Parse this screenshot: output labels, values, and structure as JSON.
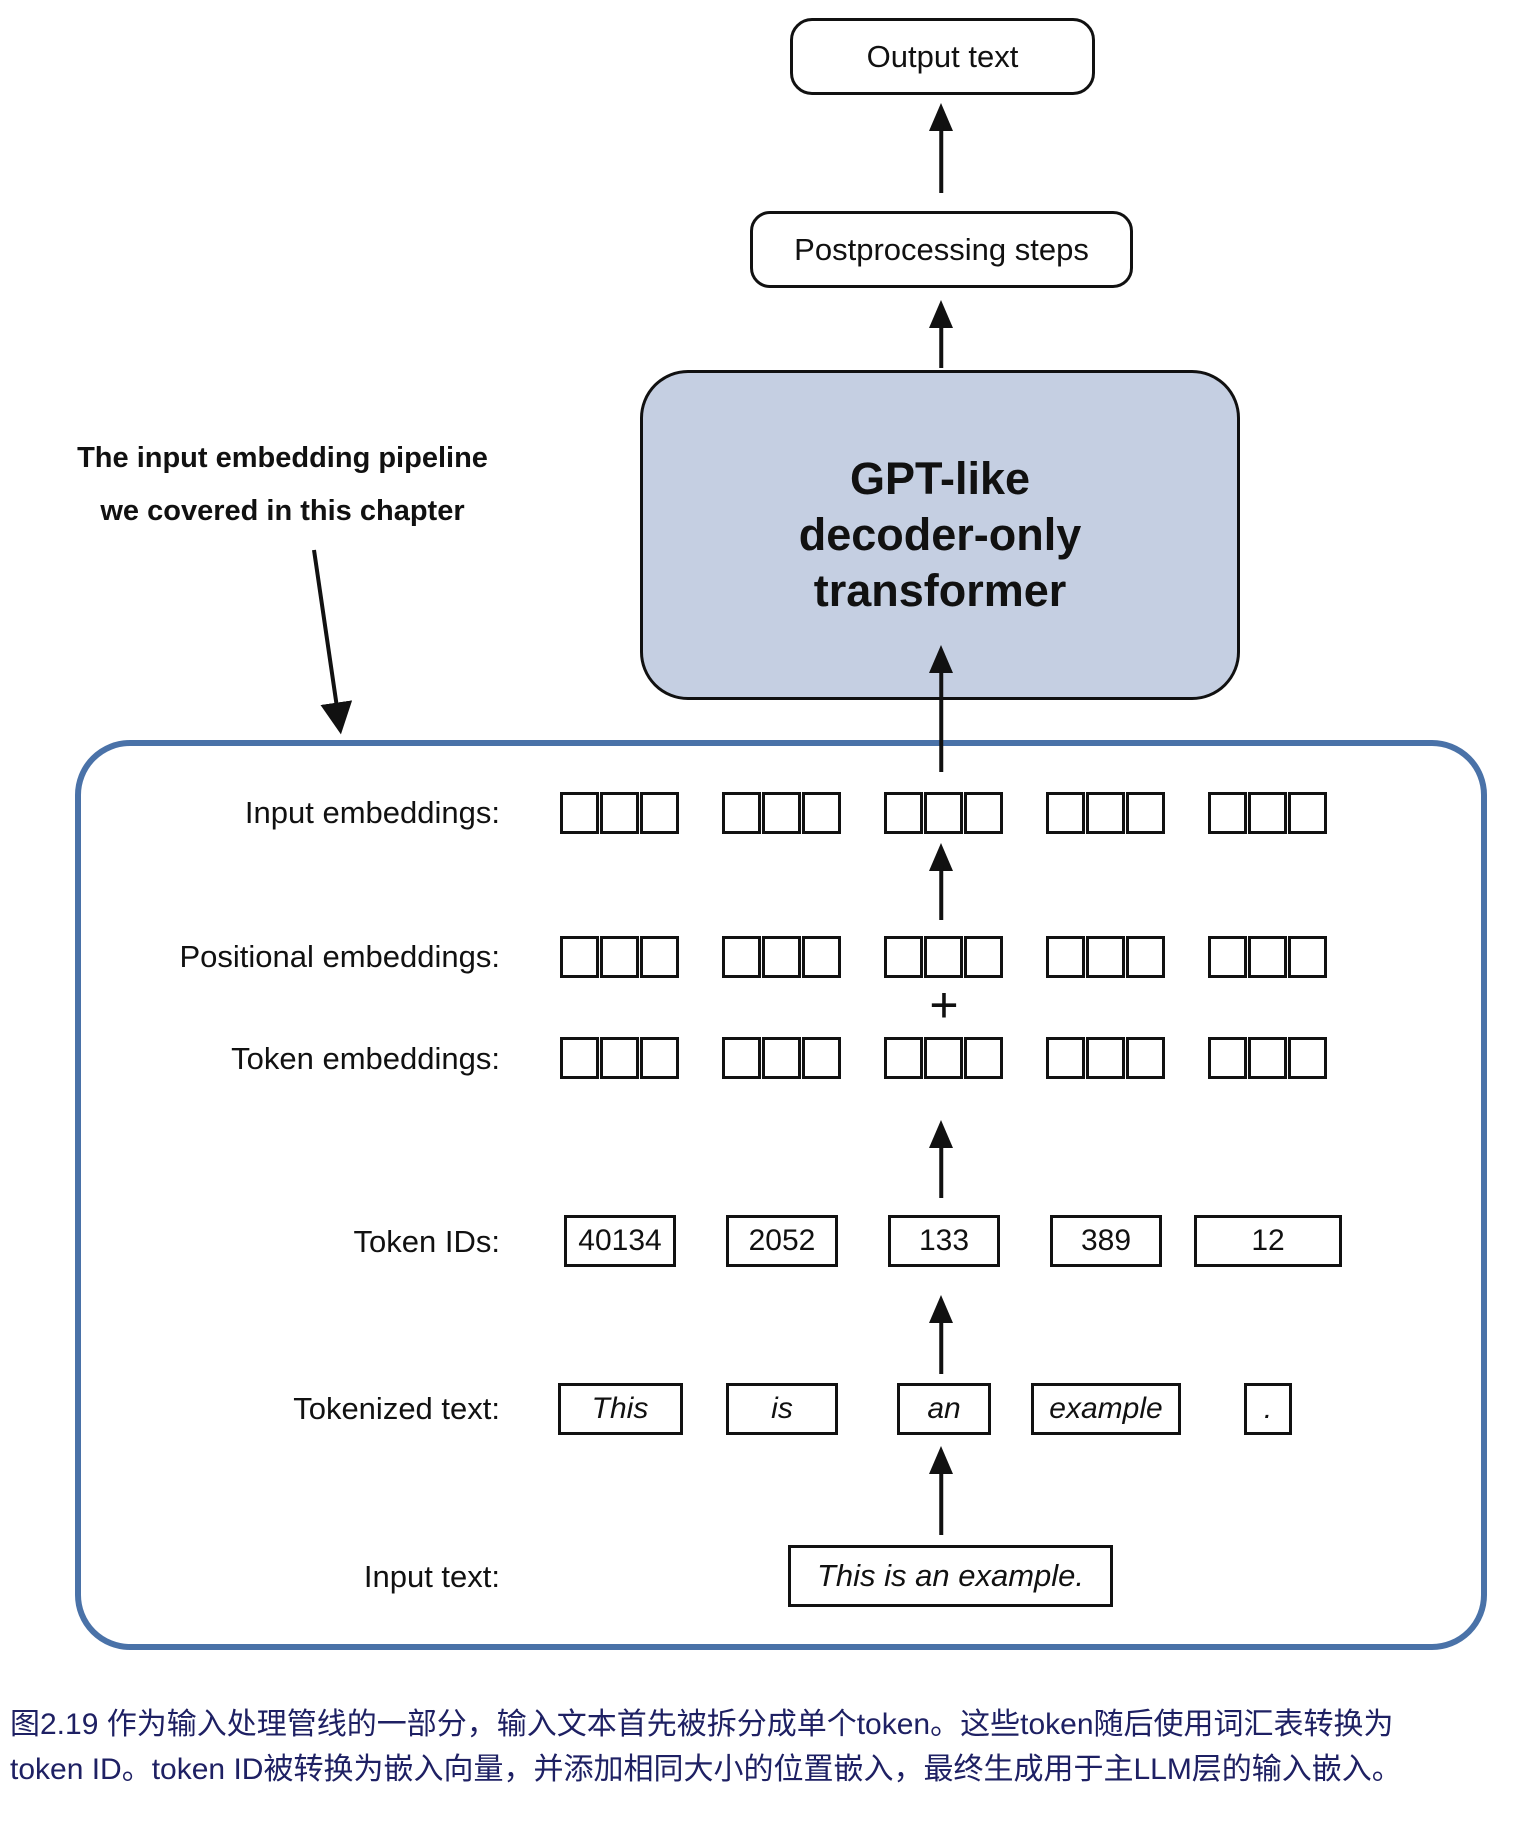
{
  "figure": {
    "output_box": "Output text",
    "postprocessing_box": "Postprocessing steps",
    "transformer_box": {
      "line1": "GPT-like",
      "line2": "decoder-only",
      "line3": "transformer"
    },
    "annotation": {
      "line1": "The input embedding pipeline",
      "line2": "we covered in this chapter"
    },
    "plus": "+",
    "rows": {
      "input_embeddings_label": "Input embeddings:",
      "positional_embeddings_label": "Positional embeddings:",
      "token_embeddings_label": "Token embeddings:",
      "token_ids_label": "Token IDs:",
      "token_ids": [
        "40134",
        "2052",
        "133",
        "389",
        "12"
      ],
      "tokenized_label": "Tokenized text:",
      "tokens": [
        "This",
        "is",
        "an",
        "example",
        "."
      ],
      "input_text_label": "Input text:",
      "input_text": "This is an example."
    },
    "colors": {
      "transformer_fill": "#c5cfe2",
      "pipeline_border": "#4a72a8",
      "caption": "#1e2063"
    }
  },
  "caption": {
    "line1": "图2.19 作为输入处理管线的一部分，输入文本首先被拆分成单个token。这些token随后使用词汇表转换为",
    "line2": "token ID。token ID被转换为嵌入向量，并添加相同大小的位置嵌入，最终生成用于主LLM层的输入嵌入。"
  }
}
